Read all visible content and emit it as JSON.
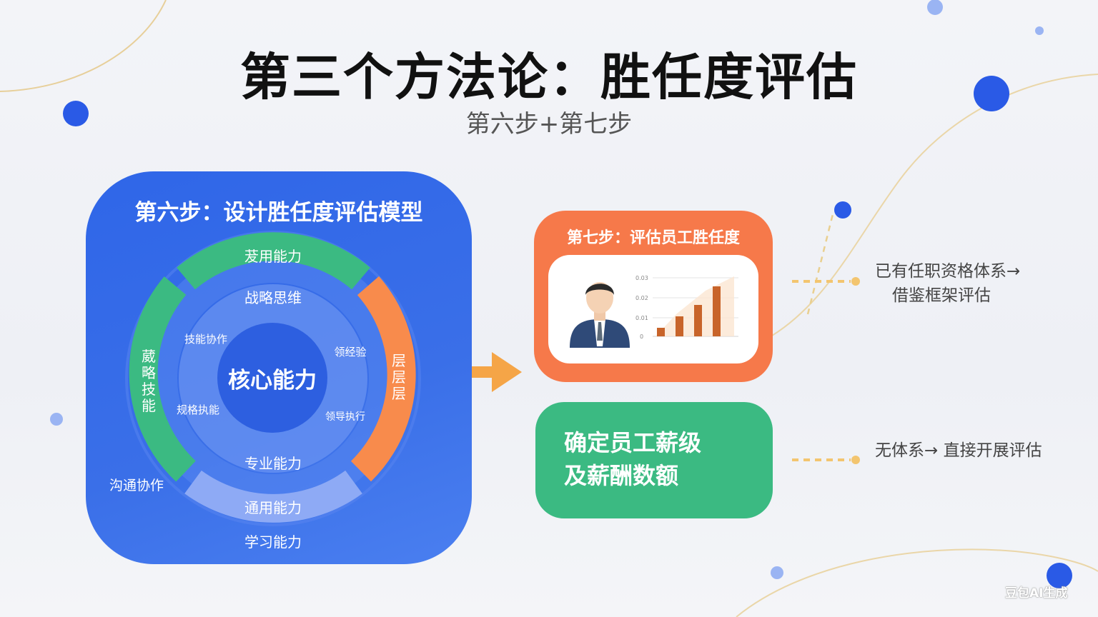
{
  "header": {
    "title": "第三个方法论：胜任度评估",
    "subtitle": "第六步+第七步"
  },
  "step6": {
    "title": "第六步：设计胜任度评估模型",
    "core_label": "核心能力",
    "rings": {
      "top_outer": "茇用能力",
      "top_inner": "战略思维",
      "left_outer": "葳略技能",
      "right_outer": "层层层",
      "bottom_inner": "专业能力",
      "bottom_outer": "通用能力",
      "bottom_extra": "学习能力",
      "bottom_left": "沟通协作",
      "mid_upper_left": "技能协作",
      "mid_upper_right": "领经验",
      "mid_lower_left": "规格执能",
      "mid_lower_right": "领导执行"
    }
  },
  "step7": {
    "title": "第七步：评估员工胜任度",
    "chart_ticks": [
      "0.03",
      "0.02",
      "0.01",
      "0"
    ]
  },
  "salary": {
    "line1": "确定员工薪级",
    "line2": "及薪酬数额"
  },
  "notes": {
    "existing_system_line1": "已有任职资格体系→",
    "existing_system_line2": "借鉴框架评估",
    "no_system": "无体系→ 直接开展评估"
  },
  "watermark": "豆包AI生成",
  "colors": {
    "blue_panel": "#2f66e8",
    "green": "#3bba82",
    "orange": "#f6794a",
    "arrow": "#f5a547",
    "dot_blue": "#2a5ae6"
  },
  "icons": [
    "person-icon",
    "bar-chart-icon",
    "arrow-right-icon"
  ]
}
